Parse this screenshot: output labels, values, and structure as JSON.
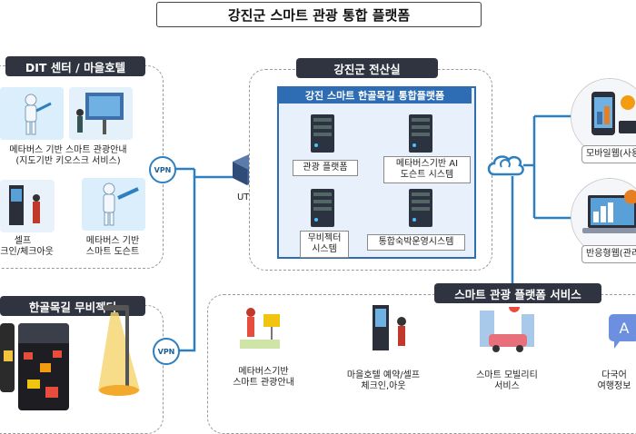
{
  "title": "강진군 스마트 관광 통합 플랫폼",
  "dit": {
    "header": "DIT 센터 / 마을호텔",
    "item1": [
      "메타버스 기반 스마트 관광안내",
      "(지도기반 키오스크 서비스)"
    ],
    "item2": [
      "셀프",
      "체크인/체크아웃"
    ],
    "item3": [
      "메타버스 기반",
      "스마트 도슨트"
    ]
  },
  "mobi": {
    "header": "한골목길 무비젝터"
  },
  "vpn_label": "VPN",
  "utm_label": "UTM",
  "center": {
    "header": "강진군 전산실",
    "platform_title": "강진 스마트 한골목길 통합플랫폼",
    "servers": [
      [
        "관광 플랫폼"
      ],
      [
        "메타버스기반 AI",
        "도슨트 시스템"
      ],
      [
        "무비젝터",
        "시스템"
      ],
      [
        "통합숙박운영시스템"
      ]
    ]
  },
  "right": {
    "mobile": "모바일웹(사용자",
    "responsive": "반응형웹(관리자"
  },
  "services": {
    "header": "스마트 관광 플랫폼 서비스",
    "items": [
      [
        "메타버스기반",
        "스마트 관광안내"
      ],
      [
        "마을호텔 예약/셀프",
        "체크인,아웃"
      ],
      [
        "스마트 모빌리티",
        "서비스"
      ],
      [
        "다국어",
        "여행정보"
      ]
    ]
  },
  "colors": {
    "line": "#2e7fbf",
    "pill": "#2f3440",
    "platform_border": "#2e6db4",
    "platform_fill": "#e7f0fb"
  },
  "icons": [
    "robot-icon",
    "kiosk-icon",
    "server-icon",
    "firewall-icon",
    "cloud-icon",
    "phone-icon",
    "laptop-icon",
    "projector-icon",
    "car-icon",
    "translate-icon"
  ]
}
